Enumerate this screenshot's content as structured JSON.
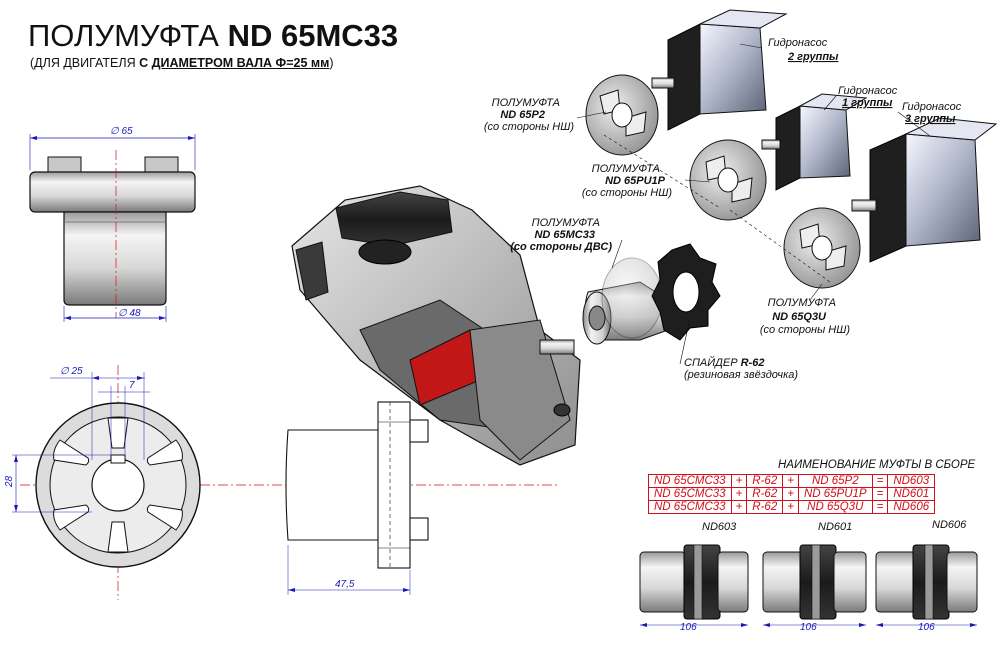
{
  "header": {
    "title_prefix": "ПОЛУМУФТА ",
    "title_bold": "ND 65MC33",
    "subtitle_open": "(ДЛЯ ДВИГАТЕЛЯ ",
    "subtitle_bold": "С ",
    "subtitle_underlined": "ДИАМЕТРОМ ВАЛА Ф=25 мм",
    "subtitle_close": ")"
  },
  "dimensions": {
    "outer_diameter": "65",
    "hub_diameter": "48",
    "bore_diameter": "25",
    "key_width": "7",
    "key_height": "28",
    "length": "47,5"
  },
  "pumps": [
    {
      "title": "Гидронасос",
      "group": "2 группы"
    },
    {
      "title": "Гидронасос",
      "group": "1 группы"
    },
    {
      "title": "Гидронасос",
      "group": "3 группы"
    }
  ],
  "couplings": [
    {
      "title": "ПОЛУМУФТА",
      "model": "ND 65P2",
      "side": "(со стороны НШ)"
    },
    {
      "title": "ПОЛУМУФТА",
      "model": "ND 65PU1P",
      "side": "(со стороны НШ)"
    },
    {
      "title": "ПОЛУМУФТА",
      "model": "ND 65MC33",
      "side": "(со стороны ДВС)"
    },
    {
      "title": "ПОЛУМУФТА",
      "model": "ND 65Q3U",
      "side": "(со стороны НШ)"
    }
  ],
  "spider": {
    "title": "СПАЙДЕР",
    "model": "R-62",
    "note": "(резиновая звёздочка)"
  },
  "assembly_table": {
    "caption": "НАИМЕНОВАНИЕ МУФТЫ В СБОРЕ",
    "rows": [
      [
        "ND 65СMC33",
        "+",
        "R-62",
        "+",
        "ND 65P2",
        "=",
        "ND603"
      ],
      [
        "ND 65СMC33",
        "+",
        "R-62",
        "+",
        "ND 65PU1P",
        "=",
        "ND601"
      ],
      [
        "ND 65СMC33",
        "+",
        "R-62",
        "+",
        "ND 65Q3U",
        "=",
        "ND606"
      ]
    ]
  },
  "assemblies": [
    {
      "name": "ND603",
      "length": "106"
    },
    {
      "name": "ND601",
      "length": "106"
    },
    {
      "name": "ND606",
      "length": "106"
    }
  ],
  "colors": {
    "dimension": "#1a1ab8",
    "table": "#d0101a",
    "centerline": "#d0101a"
  }
}
